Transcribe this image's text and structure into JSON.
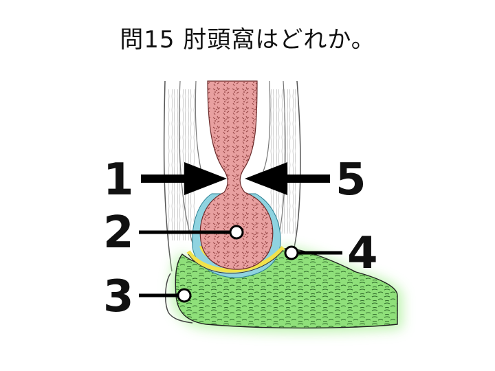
{
  "question": {
    "title": "問15 肘頭窩はどれか。"
  },
  "labels": [
    {
      "id": "1",
      "text": "1"
    },
    {
      "id": "2",
      "text": "2"
    },
    {
      "id": "3",
      "text": "3"
    },
    {
      "id": "4",
      "text": "4"
    },
    {
      "id": "5",
      "text": "5"
    }
  ],
  "colors": {
    "humerus_fill": "#e8a0a0",
    "humerus_texture": "#9a4a4a",
    "cartilage_blue": "#8fd3e0",
    "cartilage_yellow": "#f2e24a",
    "ulna_fill": "#8fe07a",
    "ulna_glow": "#b6f2a6",
    "outline": "#222222",
    "arrow": "#000000"
  }
}
